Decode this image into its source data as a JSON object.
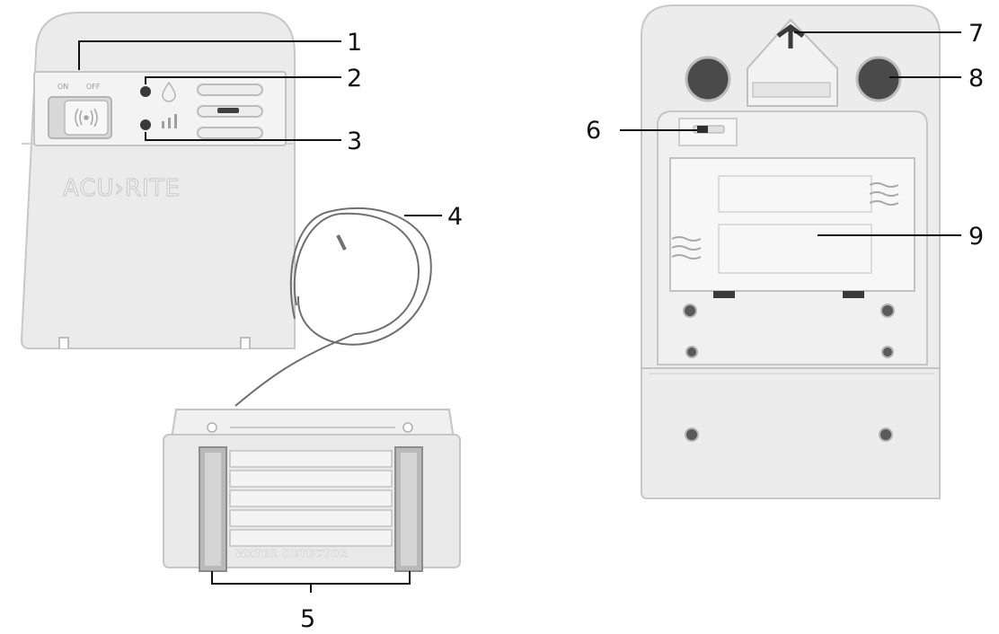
{
  "sensor_front": {
    "switch_labels": {
      "on": "ON",
      "off": "OFF"
    },
    "brand": "ACU›RITE"
  },
  "water_detector": {
    "label": "WATER DETECTOR"
  },
  "callouts": [
    {
      "number": "1",
      "target": "on-off-switch"
    },
    {
      "number": "2",
      "target": "water-indicator-light"
    },
    {
      "number": "3",
      "target": "signal-indicator-light"
    },
    {
      "number": "4",
      "target": "sensor-cable"
    },
    {
      "number": "5",
      "target": "detector-probes"
    },
    {
      "number": "6",
      "target": "channel-switch"
    },
    {
      "number": "7",
      "target": "hanging-hole"
    },
    {
      "number": "8",
      "target": "mounting-holes"
    },
    {
      "number": "9",
      "target": "battery-compartment"
    }
  ],
  "colors": {
    "housing": "#ececec",
    "housing_shadow": "#d6d6d6",
    "outline": "#bdbdbd",
    "indicator": "#3a3a3a",
    "cable": "#6f6f6f",
    "text": "#111111"
  }
}
